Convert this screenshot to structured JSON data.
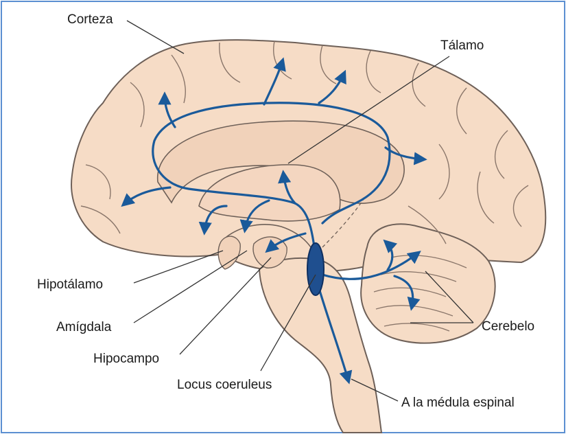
{
  "labels": {
    "corteza": "Corteza",
    "talamo": "Tálamo",
    "hipotalamo": "Hipotálamo",
    "amigdala": "Amígdala",
    "hipocampo": "Hipocampo",
    "locus": "Locus coeruleus",
    "cerebelo": "Cerebelo",
    "medula": "A la médula espinal"
  },
  "colors": {
    "brain_fill": "#f6dcc6",
    "brain_outline": "#6e6058",
    "pathway": "#1a5a9a",
    "locus_fill": "#1f4f8f",
    "frame": "#5b8fd1"
  }
}
